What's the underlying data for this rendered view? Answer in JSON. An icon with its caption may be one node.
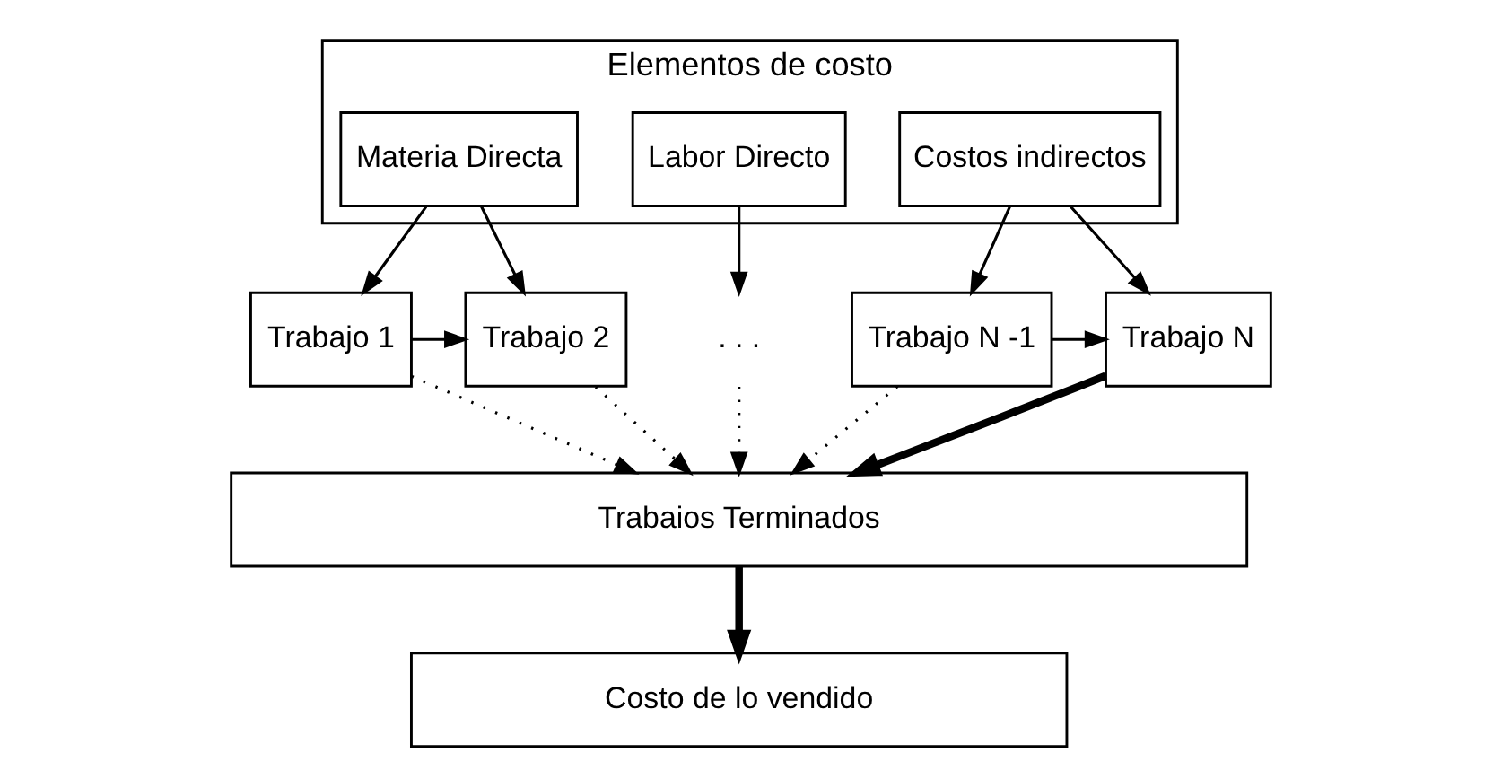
{
  "diagram": {
    "nodes": [
      {
        "text": [
          "Elementos de costo"
        ]
      },
      {
        "text": [
          "Materia Directa"
        ],
        "in": 0
      },
      {
        "text": [
          "Labor Directo"
        ],
        "in": 0
      },
      {
        "text": [
          "Costos indirectos"
        ],
        "in": 0
      },
      {
        "text": [
          "Trabajo 1"
        ]
      },
      {
        "text": [
          "Trabajo 2"
        ]
      },
      {
        "text": [
          ". . ."
        ]
      },
      {
        "text": [
          "Trabajo N -1"
        ]
      },
      {
        "text": [
          "Trabajo N"
        ]
      },
      {
        "text": [
          "Trabaios Terminados"
        ]
      },
      {
        "text": [
          "Costo de lo vendido"
        ]
      }
    ],
    "edges": [
      {
        "from": 1,
        "to": 4,
        "arrow": "to"
      },
      {
        "from": 1,
        "to": 5,
        "arrow": "to"
      },
      {
        "from": 2,
        "to": 6,
        "arrow": "to"
      },
      {
        "from": 3,
        "to": 7,
        "arrow": "to"
      },
      {
        "from": 3,
        "to": 8,
        "arrow": "to"
      },
      {
        "from": 4,
        "to": 5,
        "arrow": "to"
      },
      {
        "from": 7,
        "to": 8,
        "arrow": "to"
      },
      {
        "from": 4,
        "to": 9,
        "arrow": "to",
        "style": "dashed"
      },
      {
        "from": 5,
        "to": 9,
        "arrow": "to",
        "style": "dashed"
      },
      {
        "from": 6,
        "to": 9,
        "arrow": "to",
        "style": "dashed"
      },
      {
        "from": 7,
        "to": 9,
        "arrow": "to",
        "style": "dashed"
      },
      {
        "from": 8,
        "to": 9,
        "arrow": "to",
        "style": "thick"
      },
      {
        "from": 9,
        "to": 10,
        "arrow": "to",
        "style": "thick"
      }
    ]
  }
}
